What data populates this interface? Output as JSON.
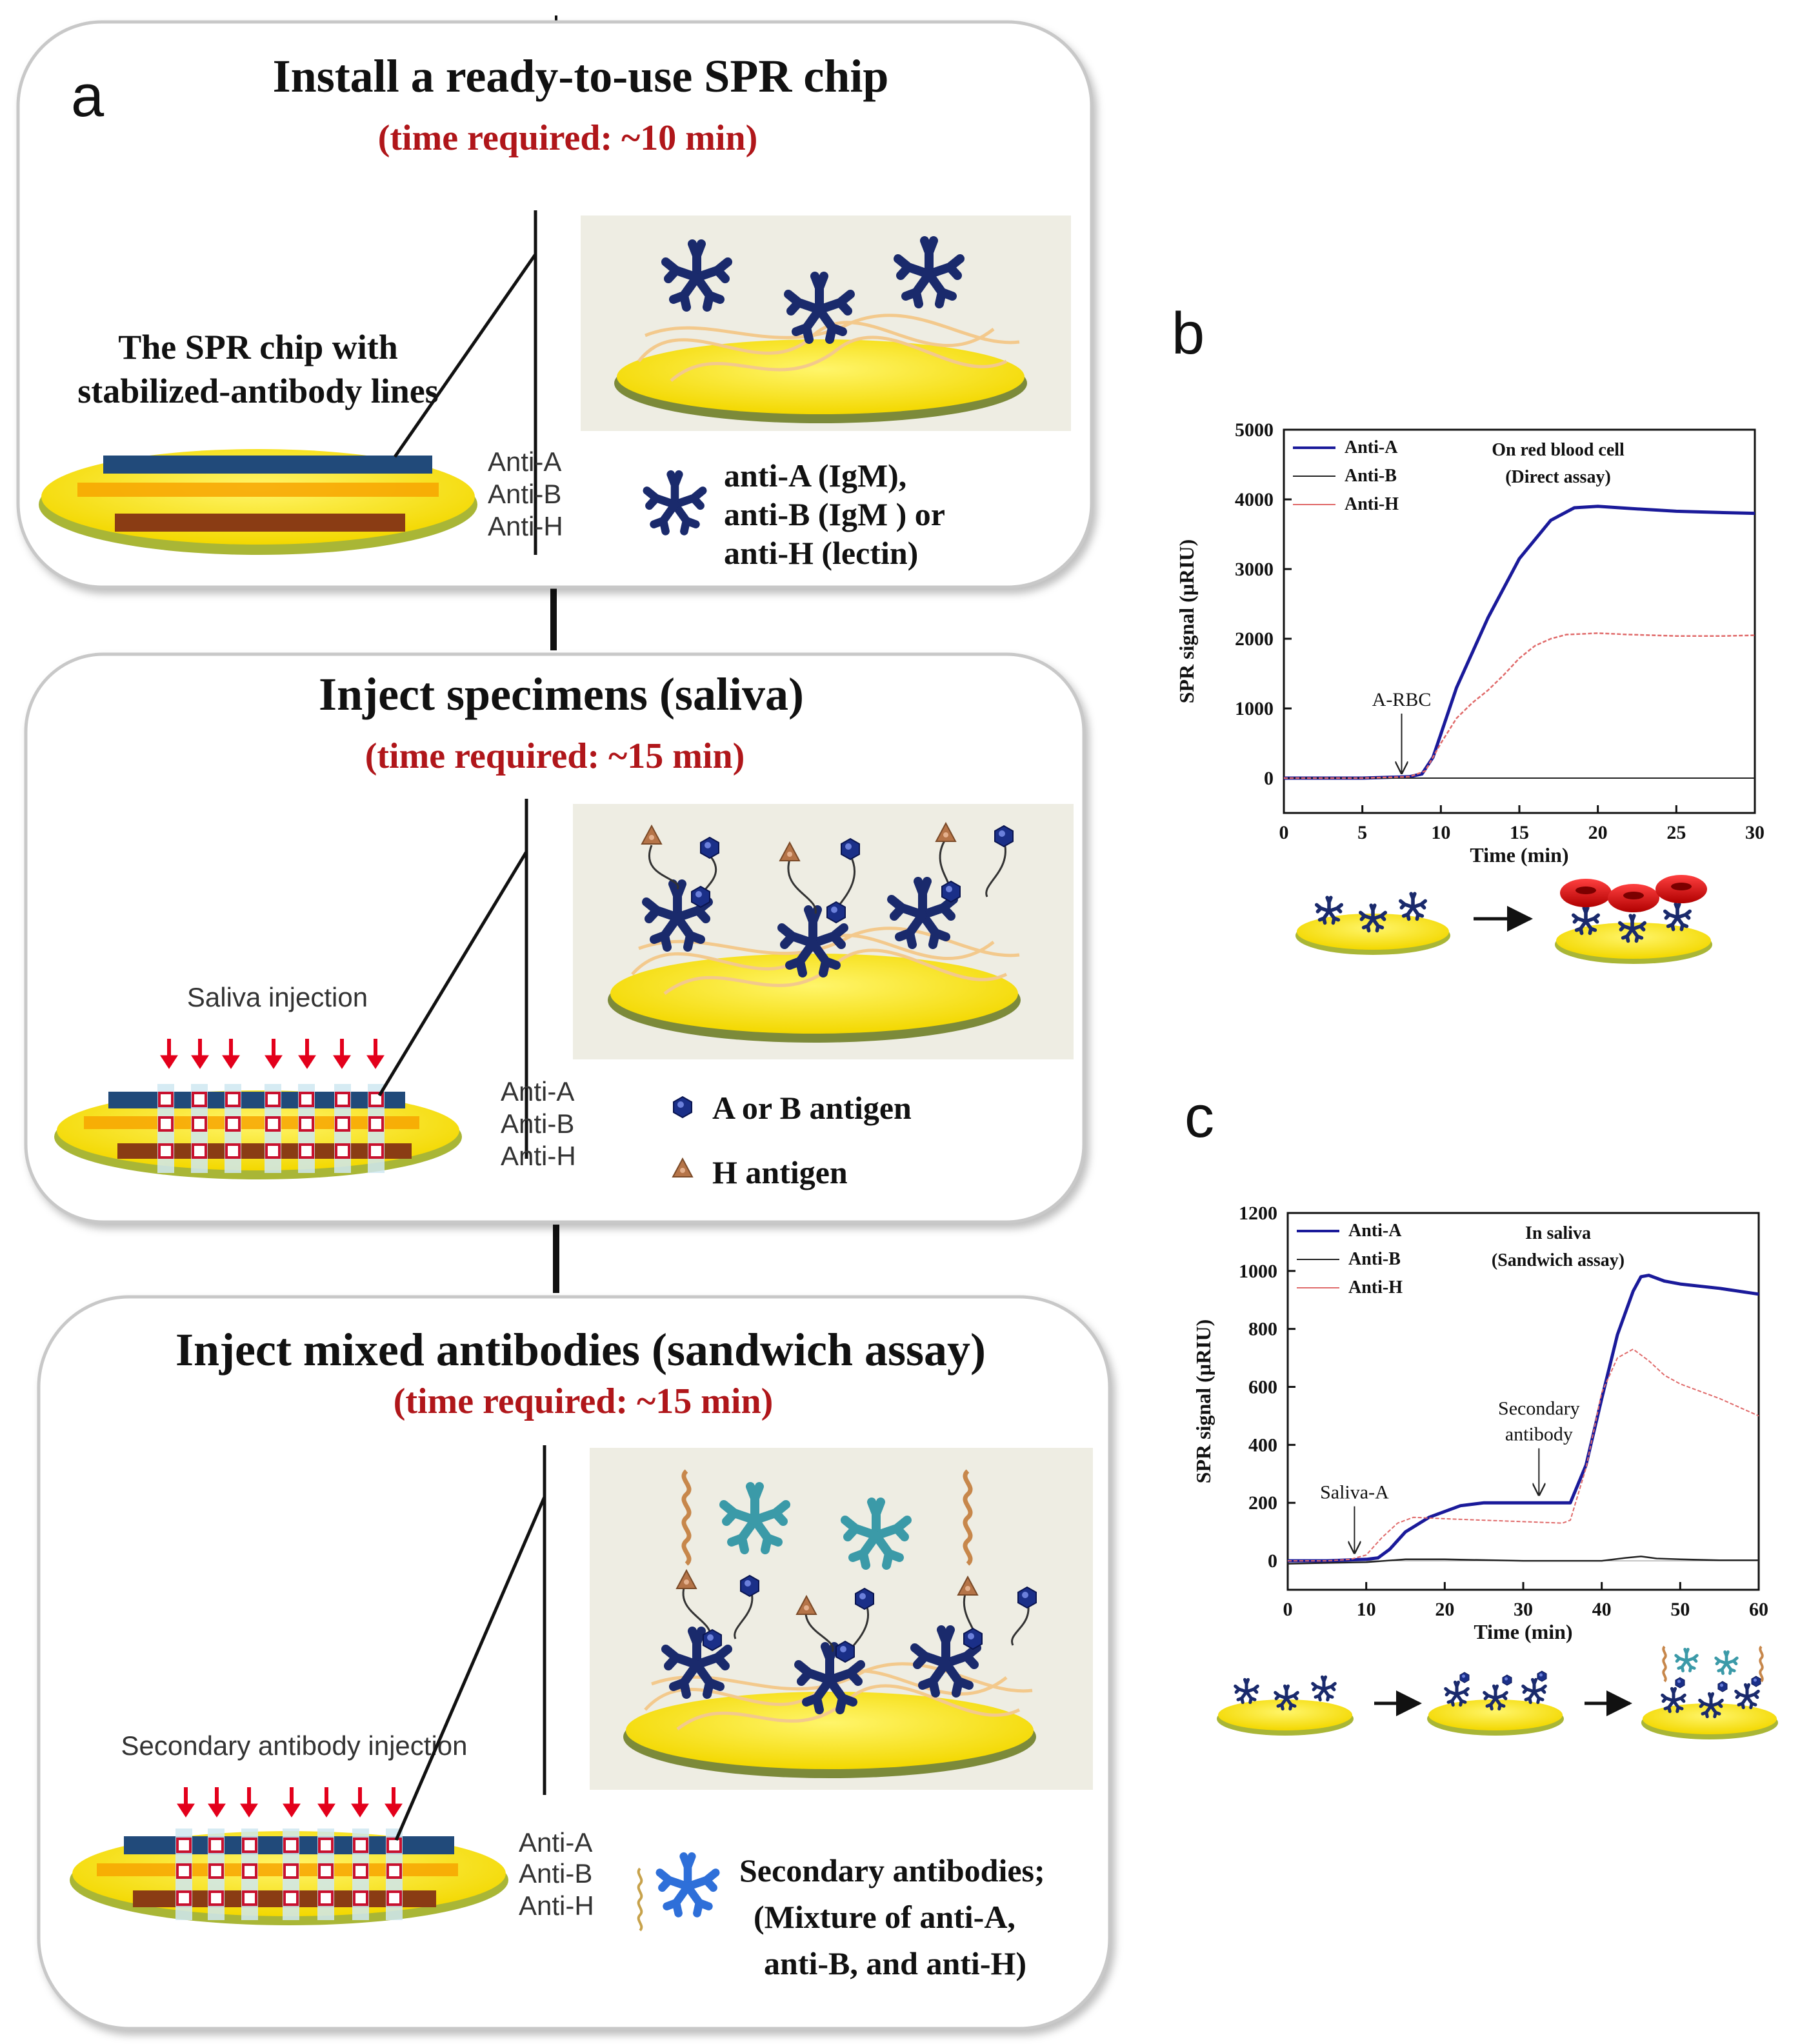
{
  "panel_letters": {
    "a": "a",
    "b": "b",
    "c": "c"
  },
  "step1": {
    "title": "Install a ready-to-use SPR chip",
    "time": "(time required:  ~10 min)",
    "chip_caption_line1": "The SPR chip with",
    "chip_caption_line2": "stabilized-antibody lines",
    "lane_labels": [
      "Anti-A",
      "Anti-B",
      "Anti-H"
    ],
    "legend_line1": "anti-A (IgM),",
    "legend_line2": "anti-B (IgM ) or",
    "legend_line3": "anti-H (lectin)"
  },
  "step2": {
    "title": "Inject specimens (saliva)",
    "time": "(time required:  ~15 min)",
    "injection_label": "Saliva injection",
    "lane_labels": [
      "Anti-A",
      "Anti-B",
      "Anti-H"
    ],
    "legend_ab": "A or B antigen",
    "legend_h": "H antigen"
  },
  "step3": {
    "title": "Inject mixed antibodies (sandwich assay)",
    "time": "(time required:  ~15 min)",
    "injection_label": "Secondary antibody injection",
    "lane_labels": [
      "Anti-A",
      "Anti-B",
      "Anti-H"
    ],
    "legend_line1": "Secondary antibodies;",
    "legend_line2": "(Mixture of anti-A,",
    "legend_line3": "anti-B, and anti-H)"
  },
  "colors": {
    "title_red": "#b0161a",
    "gold": "#f7e01a",
    "navy": "#1a2a6c",
    "teal": "#3b9aa8",
    "red_arrow": "#e3001b",
    "brown_lane": "#8a3c14",
    "blue_lane": "#214a7a",
    "series_anti_a": "#1a1a9a",
    "series_anti_b": "#222222",
    "series_anti_h": "#e06a6a"
  },
  "chart_data": [
    {
      "type": "line",
      "panel": "b",
      "title": "On red blood cell",
      "subtitle": "(Direct assay)",
      "xlabel": "Time (min)",
      "ylabel": "SPR signal (μRIU)",
      "xlim": [
        0,
        30
      ],
      "ylim": [
        -500,
        5000
      ],
      "xticks": [
        0,
        5,
        10,
        15,
        20,
        25,
        30
      ],
      "yticks": [
        0,
        1000,
        2000,
        3000,
        4000,
        5000
      ],
      "legend_position": "top-left",
      "annotations": [
        {
          "text": "A-RBC",
          "x": 7.5,
          "y": 0
        }
      ],
      "series": [
        {
          "name": "Anti-A",
          "color": "#1a1a9a",
          "width": 5,
          "x": [
            0,
            5,
            8,
            8.8,
            9.5,
            11,
            13,
            15,
            17,
            18.5,
            20,
            22,
            25,
            28,
            30
          ],
          "y": [
            0,
            0,
            20,
            60,
            300,
            1300,
            2300,
            3150,
            3700,
            3880,
            3900,
            3870,
            3830,
            3810,
            3800
          ]
        },
        {
          "name": "Anti-B",
          "color": "#222222",
          "width": 2,
          "x": [
            0,
            5,
            10,
            15,
            20,
            25,
            30
          ],
          "y": [
            0,
            0,
            0,
            0,
            0,
            0,
            0
          ]
        },
        {
          "name": "Anti-H",
          "color": "#e06a6a",
          "width": 2.5,
          "x": [
            0,
            5,
            8,
            9,
            10,
            11,
            12,
            13,
            14,
            15,
            16,
            17,
            18,
            20,
            22,
            25,
            28,
            30
          ],
          "y": [
            0,
            0,
            20,
            100,
            500,
            860,
            1080,
            1260,
            1480,
            1720,
            1900,
            2000,
            2060,
            2080,
            2060,
            2040,
            2040,
            2050
          ]
        }
      ]
    },
    {
      "type": "line",
      "panel": "c",
      "title": "In saliva",
      "subtitle": "(Sandwich assay)",
      "xlabel": "Time (min)",
      "ylabel": "SPR signal (μRIU)",
      "xlim": [
        0,
        60
      ],
      "ylim": [
        -100,
        1200
      ],
      "xticks": [
        0,
        10,
        20,
        30,
        40,
        50,
        60
      ],
      "yticks": [
        0,
        200,
        400,
        600,
        800,
        1000,
        1200
      ],
      "legend_position": "top-left",
      "annotations": [
        {
          "text": "Saliva-A",
          "x": 8.5,
          "y": 10
        },
        {
          "text": "Secondary",
          "text2": "antibody",
          "x": 32,
          "y": 210
        }
      ],
      "series": [
        {
          "name": "Anti-A",
          "color": "#1a1a9a",
          "width": 5,
          "x": [
            0,
            5,
            10,
            11.5,
            13,
            15,
            18,
            20,
            22,
            25,
            30,
            35,
            36,
            38,
            40,
            42,
            44,
            45,
            46,
            48,
            50,
            55,
            60
          ],
          "y": [
            0,
            0,
            5,
            10,
            40,
            100,
            150,
            170,
            190,
            200,
            200,
            200,
            200,
            330,
            560,
            780,
            930,
            980,
            985,
            965,
            955,
            940,
            920
          ]
        },
        {
          "name": "Anti-B",
          "color": "#222222",
          "width": 2.5,
          "x": [
            0,
            10,
            15,
            20,
            30,
            40,
            43,
            45,
            47,
            50,
            55,
            60
          ],
          "y": [
            -10,
            -5,
            5,
            5,
            0,
            0,
            10,
            15,
            8,
            5,
            2,
            2
          ]
        },
        {
          "name": "Anti-H",
          "color": "#e06a6a",
          "width": 2,
          "x": [
            0,
            5,
            8,
            10,
            12,
            14,
            16,
            20,
            25,
            30,
            35,
            36,
            38,
            40,
            42,
            44,
            46,
            48,
            50,
            55,
            60
          ],
          "y": [
            0,
            0,
            5,
            20,
            80,
            130,
            150,
            145,
            140,
            135,
            130,
            140,
            320,
            580,
            700,
            730,
            690,
            640,
            610,
            560,
            500
          ]
        }
      ]
    }
  ]
}
